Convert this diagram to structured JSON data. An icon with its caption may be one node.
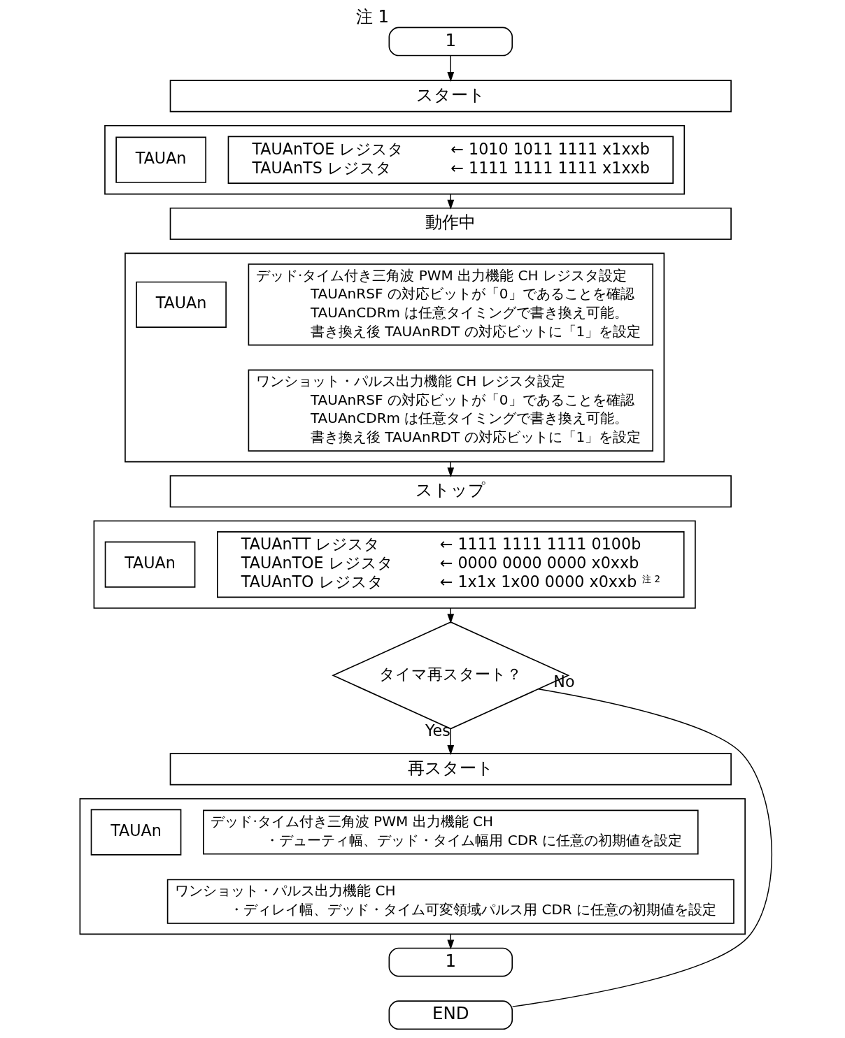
{
  "diagram": {
    "nodes": [
      {
        "text": [
          "1"
        ],
        "beside": [
          "注 1"
        ]
      },
      {
        "text": [
          "スタート"
        ]
      },
      {
        "text": [],
        "shape": "box"
      },
      {
        "text": [
          "TAUAn"
        ],
        "in": 2
      },
      {
        "text": [
          "TAUAnTOE レジスタ",
          "← 1010 1011 1111 x1xxb",
          "TAUAnTS レジスタ",
          "← 1111 1111 1111 x1xxb"
        ],
        "in": 2
      },
      {
        "text": [
          "動作中"
        ]
      },
      {
        "text": [],
        "shape": "box"
      },
      {
        "text": [
          "TAUAn"
        ],
        "in": 6
      },
      {
        "text": [
          "デッド·タイム付き三角波 PWM 出力機能 CH レジスタ設定",
          "TAUAnRSF の対応ビットが「0」であることを確認",
          "TAUAnCDRm は任意タイミングで書き換え可能。",
          "書き換え後 TAUAnRDT の対応ビットに「1」を設定"
        ],
        "in": 6
      },
      {
        "text": [
          "ワンショット・パルス出力機能 CH レジスタ設定",
          "TAUAnRSF の対応ビットが「0」であることを確認",
          "TAUAnCDRm は任意タイミングで書き換え可能。",
          "書き換え後 TAUAnRDT の対応ビットに「1」を設定"
        ],
        "in": 6
      },
      {
        "text": [
          "ストップ"
        ]
      },
      {
        "text": [],
        "shape": "box"
      },
      {
        "text": [
          "TAUAn"
        ],
        "in": 11
      },
      {
        "text": [
          "TAUAnTT レジスタ",
          "← 1111 1111 1111 0100b",
          "TAUAnTOE レジスタ",
          "← 0000 0000 0000 x0xxb",
          "TAUAnTO レジスタ",
          "← 1x1x 1x00 0000 x0xxb",
          "注 2"
        ],
        "in": 11
      },
      {
        "text": [
          "タイマ再スタート？"
        ]
      },
      {
        "text": [
          "再スタート"
        ]
      },
      {
        "text": [],
        "shape": "box"
      },
      {
        "text": [
          "TAUAn"
        ],
        "in": 16
      },
      {
        "text": [
          "デッド·タイム付き三角波 PWM 出力機能 CH",
          "・デューティ幅、デッド・タイム幅用 CDR に任意の初期値を設定"
        ],
        "in": 16
      },
      {
        "text": [
          "ワンショット・パルス出力機能 CH",
          "・ディレイ幅、デッド・タイム可変領域パルス用 CDR に任意の初期値を設定"
        ],
        "in": 16
      },
      {
        "text": [
          "1"
        ]
      },
      {
        "text": [
          "END"
        ]
      }
    ],
    "edges": [
      {
        "from": 0,
        "to": 1,
        "arrow": "to"
      },
      {
        "from": 2,
        "to": 5,
        "arrow": "to"
      },
      {
        "from": 6,
        "to": 10,
        "arrow": "to"
      },
      {
        "from": 11,
        "to": 14,
        "arrow": "to"
      },
      {
        "from": 14,
        "to": 15,
        "arrow": "to",
        "label": "Yes"
      },
      {
        "from": 14,
        "to": 21,
        "arrow": "none",
        "label": "No"
      },
      {
        "from": 16,
        "to": 20,
        "arrow": "to"
      }
    ]
  }
}
